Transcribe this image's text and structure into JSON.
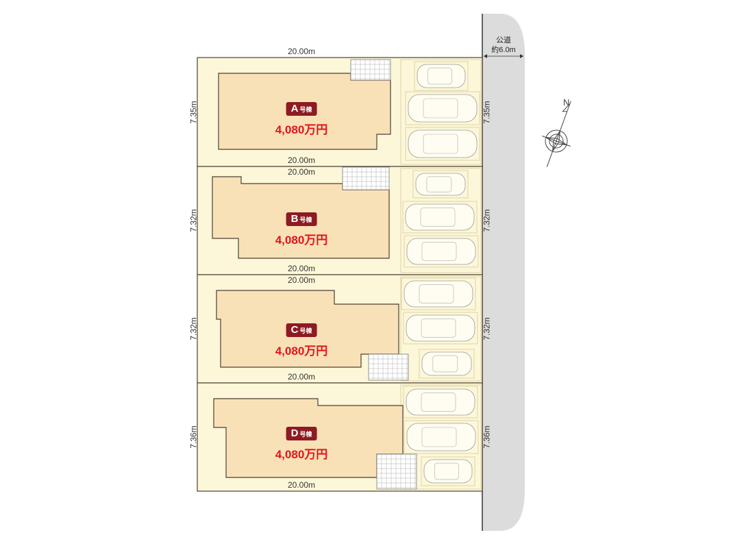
{
  "road": {
    "type": "公道",
    "width": "約6.0m"
  },
  "compass": {
    "label": "N"
  },
  "lots": [
    {
      "id": "A",
      "suffix": "号棟",
      "price": "4,080万円",
      "top": "20.00m",
      "bottom": "20.00m",
      "left": "7.35m",
      "right": "7.35m"
    },
    {
      "id": "B",
      "suffix": "号棟",
      "price": "4,080万円",
      "top": "20.00m",
      "bottom": "20.00m",
      "left": "7.32m",
      "right": "7.32m"
    },
    {
      "id": "C",
      "suffix": "号棟",
      "price": "4,080万円",
      "top": "20.00m",
      "bottom": "20.00m",
      "left": "7.32m",
      "right": "7.32m"
    },
    {
      "id": "D",
      "suffix": "号棟",
      "price": "4,080万円",
      "top": "",
      "bottom": "20.00m",
      "left": "7.36m",
      "right": "7.36m"
    }
  ],
  "colors": {
    "lot": "#fdf7d9",
    "building": "#f9e1b7",
    "border": "#4d3f33",
    "badge": "#8c1b22",
    "price": "#e3141b",
    "road": "#dcdcdc"
  }
}
